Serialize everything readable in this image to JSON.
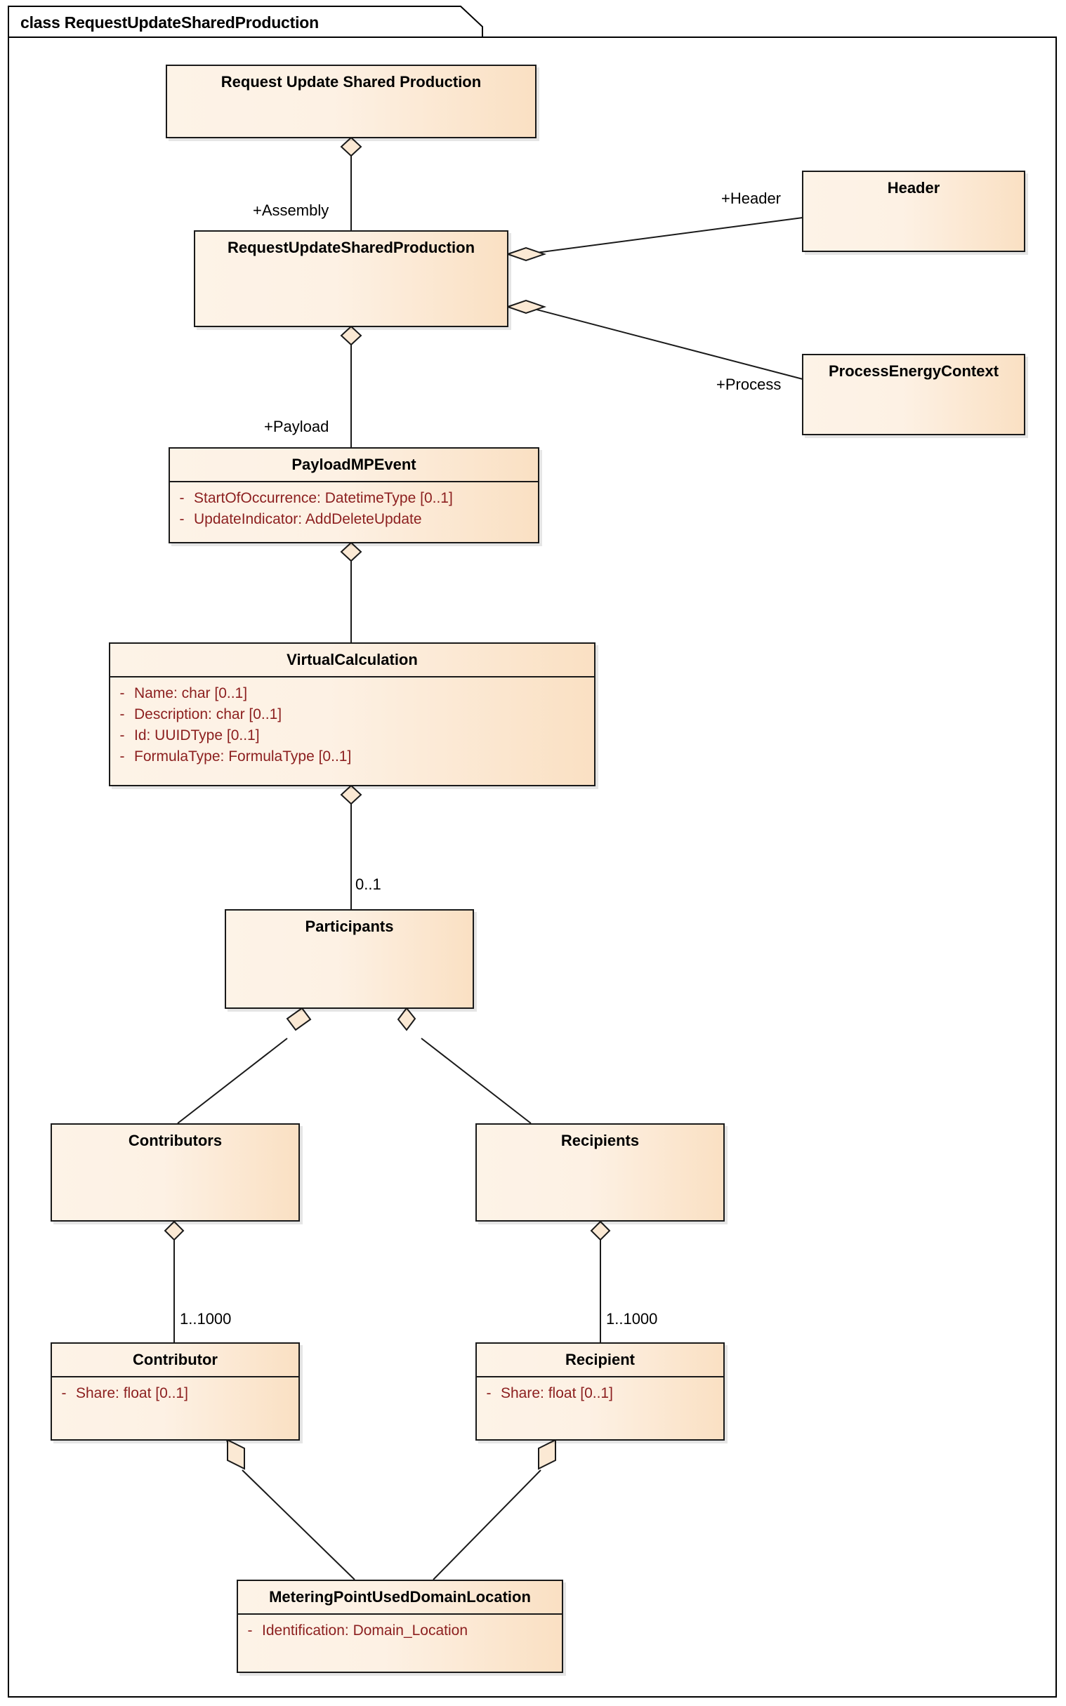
{
  "frame": {
    "title": "class RequestUpdateSharedProduction"
  },
  "classes": [
    {
      "id": "request-update-shared-production-outer",
      "name": "Request Update Shared Production",
      "attributes": []
    },
    {
      "id": "request-update-shared-production",
      "name": "RequestUpdateSharedProduction",
      "attributes": []
    },
    {
      "id": "header",
      "name": "Header",
      "attributes": []
    },
    {
      "id": "process-energy-context",
      "name": "ProcessEnergyContext",
      "attributes": []
    },
    {
      "id": "payload-mp-event",
      "name": "PayloadMPEvent",
      "attributes": [
        {
          "visibility": "-",
          "signature": "StartOfOccurrence: DatetimeType [0..1]"
        },
        {
          "visibility": "-",
          "signature": "UpdateIndicator: AddDeleteUpdate"
        }
      ]
    },
    {
      "id": "virtual-calculation",
      "name": "VirtualCalculation",
      "attributes": [
        {
          "visibility": "-",
          "signature": "Name: char [0..1]"
        },
        {
          "visibility": "-",
          "signature": "Description: char [0..1]"
        },
        {
          "visibility": "-",
          "signature": "Id: UUIDType [0..1]"
        },
        {
          "visibility": "-",
          "signature": "FormulaType: FormulaType [0..1]"
        }
      ]
    },
    {
      "id": "participants",
      "name": "Participants",
      "attributes": []
    },
    {
      "id": "contributors",
      "name": "Contributors",
      "attributes": []
    },
    {
      "id": "recipients",
      "name": "Recipients",
      "attributes": []
    },
    {
      "id": "contributor",
      "name": "Contributor",
      "attributes": [
        {
          "visibility": "-",
          "signature": "Share: float [0..1]"
        }
      ]
    },
    {
      "id": "recipient",
      "name": "Recipient",
      "attributes": [
        {
          "visibility": "-",
          "signature": "Share: float [0..1]"
        }
      ]
    },
    {
      "id": "metering-point-used-domain-location",
      "name": "MeteringPointUsedDomainLocation",
      "attributes": [
        {
          "visibility": "-",
          "signature": "Identification: Domain_Location"
        }
      ]
    }
  ],
  "edge_labels": [
    {
      "id": "assembly",
      "text": "+Assembly"
    },
    {
      "id": "header-role",
      "text": "+Header"
    },
    {
      "id": "process-role",
      "text": "+Process"
    },
    {
      "id": "payload",
      "text": "+Payload"
    },
    {
      "id": "participants-mult",
      "text": "0..1"
    },
    {
      "id": "contributor-mult",
      "text": "1..1000"
    },
    {
      "id": "recipient-mult",
      "text": "1..1000"
    }
  ],
  "colors": {
    "class_fill_light": "#fdf3e7",
    "class_fill_dark": "#fae0c3",
    "class_border": "#1a1a1a",
    "attribute_text": "#8c1f1f",
    "name_text": "#000000",
    "connector": "#1a1a1a",
    "canvas": "#ffffff"
  }
}
